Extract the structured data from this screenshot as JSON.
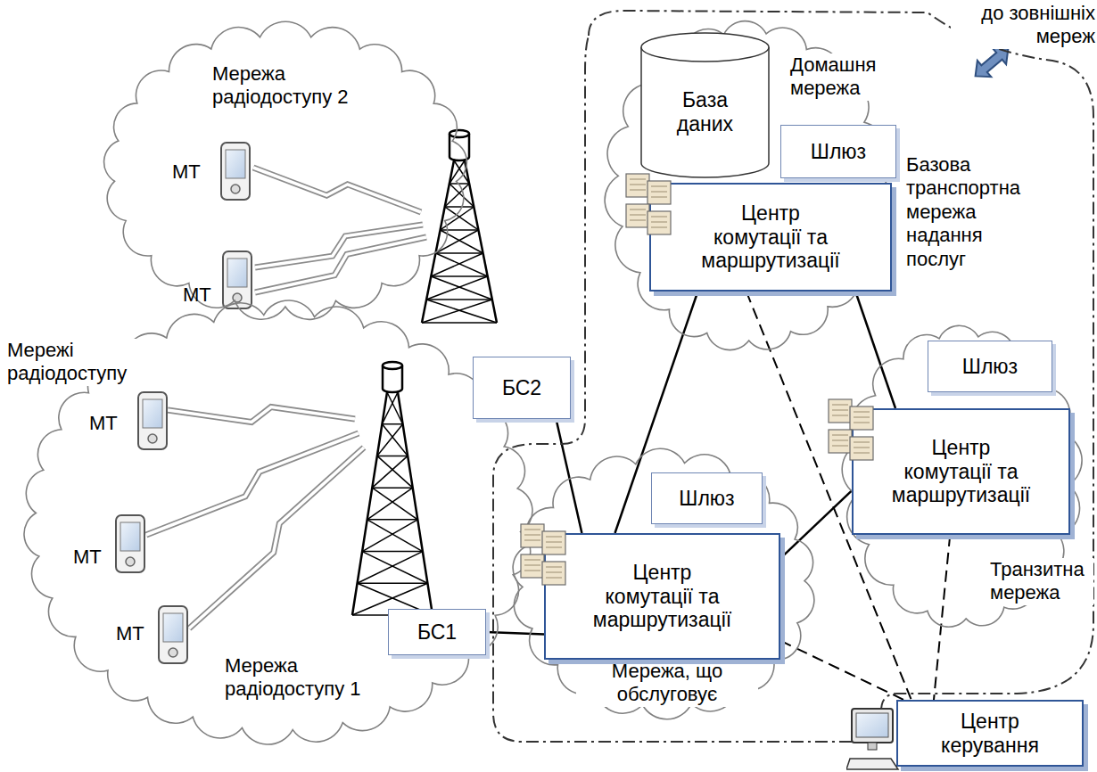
{
  "diagram": {
    "nodes": [
      {
        "text": [
          "Мережа радіодоступу 2"
        ]
      },
      {
        "text": [
          "Мережа радіодоступу 1"
        ]
      },
      {
        "text": [
          "БС2"
        ]
      },
      {
        "text": [
          "БС1"
        ]
      },
      {
        "text": [
          "Базова транспортна мережа надання послуг"
        ]
      },
      {
        "text": [
          "Домашня мережа"
        ],
        "in": 4
      },
      {
        "text": [
          "База даних"
        ],
        "in": 5
      },
      {
        "text": [
          "Шлюз"
        ],
        "in": 5
      },
      {
        "text": [
          "Центр комутації та маршрутизації"
        ],
        "in": 5
      },
      {
        "text": [
          "Транзитна мережа"
        ],
        "in": 4
      },
      {
        "text": [
          "Шлюз"
        ],
        "in": 9
      },
      {
        "text": [
          "Центр комутації та маршрутизації"
        ],
        "in": 9
      },
      {
        "text": [
          "Мережа, що обслуговує"
        ],
        "in": 4
      },
      {
        "text": [
          "Шлюз"
        ],
        "in": 12
      },
      {
        "text": [
          "Центр комутації та маршрутизації"
        ],
        "in": 12
      },
      {
        "text": [
          "Центр керування"
        ]
      }
    ],
    "edges": [
      {
        "from": 2,
        "to": 14,
        "arrow": "none"
      },
      {
        "from": 3,
        "to": 14,
        "arrow": "none"
      },
      {
        "from": 14,
        "to": 8,
        "arrow": "none"
      },
      {
        "from": 8,
        "to": 11,
        "arrow": "none"
      },
      {
        "from": 14,
        "to": 11,
        "arrow": "none"
      },
      {
        "from": 8,
        "to": 15,
        "arrow": "none"
      },
      {
        "from": 11,
        "to": 15,
        "arrow": "none"
      },
      {
        "from": 14,
        "to": 15,
        "arrow": "none"
      }
    ],
    "labels": [
      "до зовнішніх мереж",
      "МТ",
      "МТ",
      "Мережі радіодоступу",
      "МТ",
      "МТ",
      "МТ"
    ]
  }
}
